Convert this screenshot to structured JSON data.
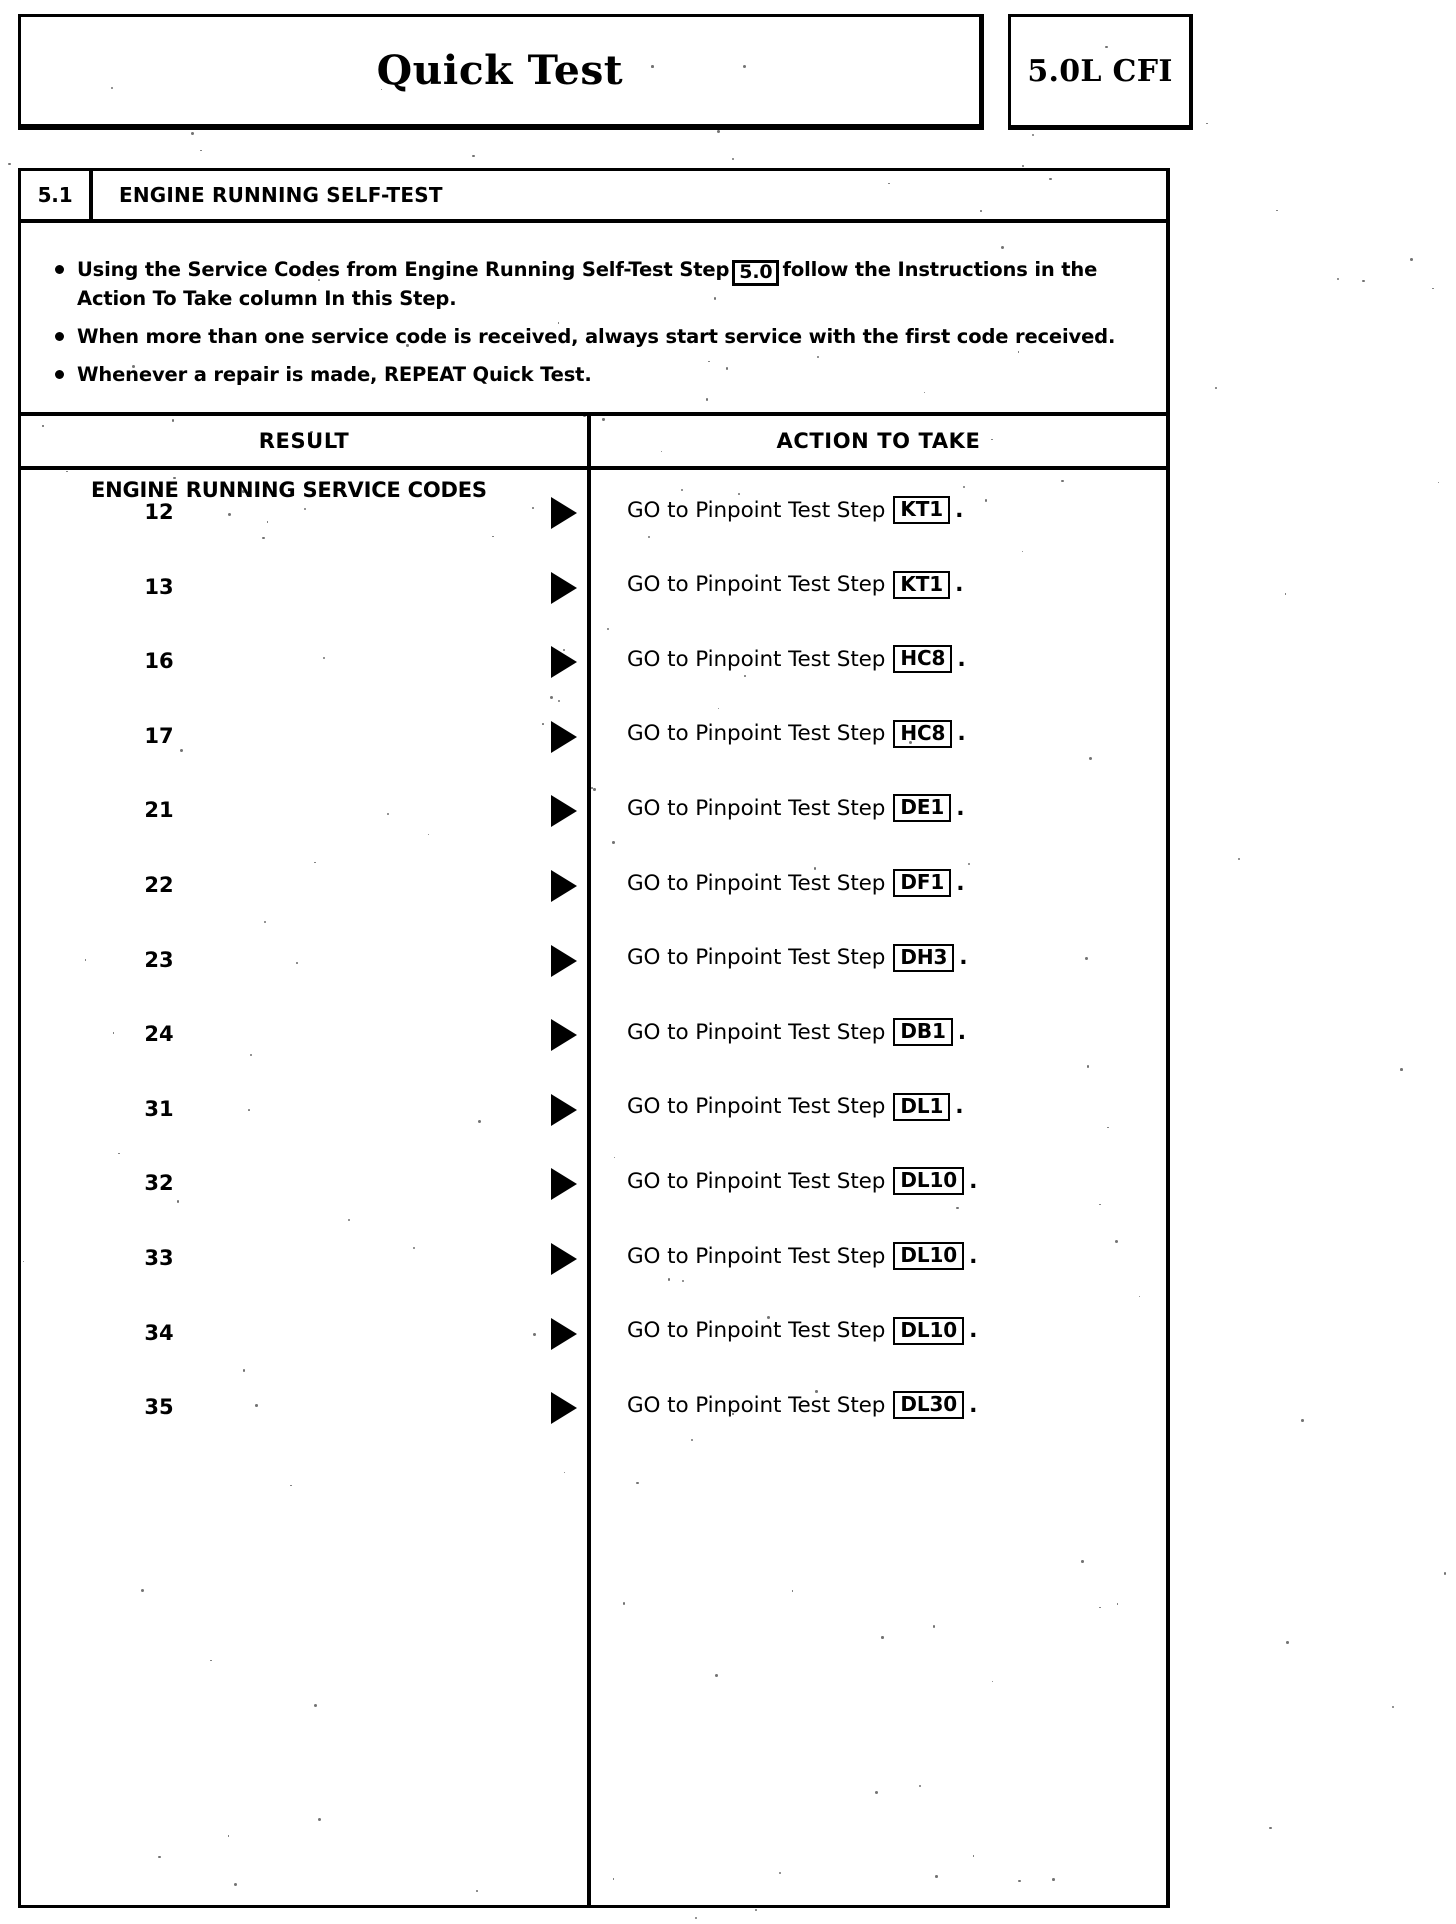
{
  "header": {
    "title": "Quick Test",
    "engine": "5.0L CFI"
  },
  "step": {
    "number": "5.1",
    "title": "ENGINE RUNNING SELF-TEST"
  },
  "instructions": [
    {
      "text_before": "Using the Service Codes from Engine Running Self-Test Step",
      "boxed": "5.0",
      "text_after": "follow the Instructions in the Action To Take column In this Step."
    },
    {
      "text_before": "When more than one service code is received, always start service with the first code received.",
      "boxed": "",
      "text_after": ""
    },
    {
      "text_before": "Whenever a repair is made, REPEAT Quick Test.",
      "boxed": "",
      "text_after": ""
    }
  ],
  "table": {
    "headers": {
      "result": "RESULT",
      "action": "ACTION TO TAKE"
    },
    "result_caption": "ENGINE RUNNING SERVICE CODES",
    "action_prefix": "GO to Pinpoint Test Step",
    "action_suffix": ".",
    "rows": [
      {
        "code": "12",
        "step": "KT1"
      },
      {
        "code": "13",
        "step": "KT1"
      },
      {
        "code": "16",
        "step": "HC8"
      },
      {
        "code": "17",
        "step": "HC8"
      },
      {
        "code": "21",
        "step": "DE1"
      },
      {
        "code": "22",
        "step": "DF1"
      },
      {
        "code": "23",
        "step": "DH3"
      },
      {
        "code": "24",
        "step": "DB1"
      },
      {
        "code": "31",
        "step": "DL1"
      },
      {
        "code": "32",
        "step": "DL10"
      },
      {
        "code": "33",
        "step": "DL10"
      },
      {
        "code": "34",
        "step": "DL10"
      },
      {
        "code": "35",
        "step": "DL30"
      }
    ]
  }
}
